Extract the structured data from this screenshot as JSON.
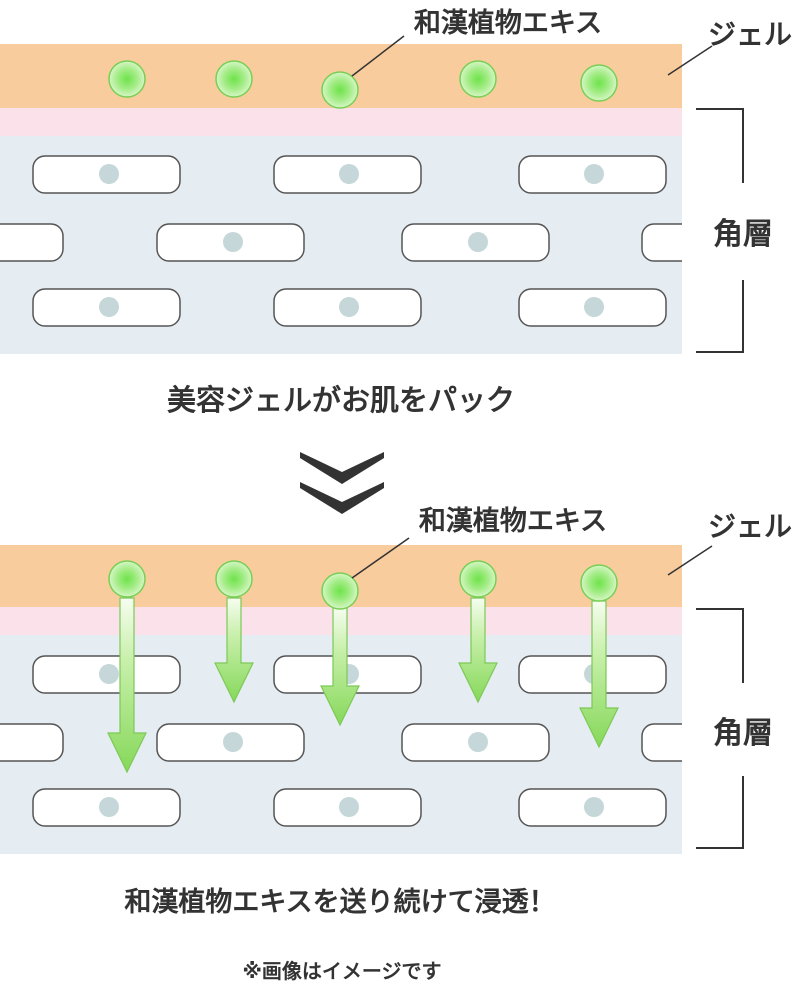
{
  "panels": [
    {
      "extract_label": "和漢植物エキス",
      "gel_label": "ジェル",
      "stratum_label": "角層",
      "caption": "美容ジェルがお肌をパック",
      "penetrating": false
    },
    {
      "extract_label": "和漢植物エキス",
      "gel_label": "ジェル",
      "stratum_label": "角層",
      "caption": "和漢植物エキスを送り続けて浸透！",
      "penetrating": true
    }
  ],
  "note": "※画像はイメージです",
  "colors": {
    "gel": "#f9cc9d",
    "membrane": "#fbe2ea",
    "stratum": "#e5edf2",
    "cell_border": "#555555",
    "cell_nucleus": "#c5d7d9",
    "dot_green": "#96e87a",
    "arrow_green": "#8ddb63"
  }
}
